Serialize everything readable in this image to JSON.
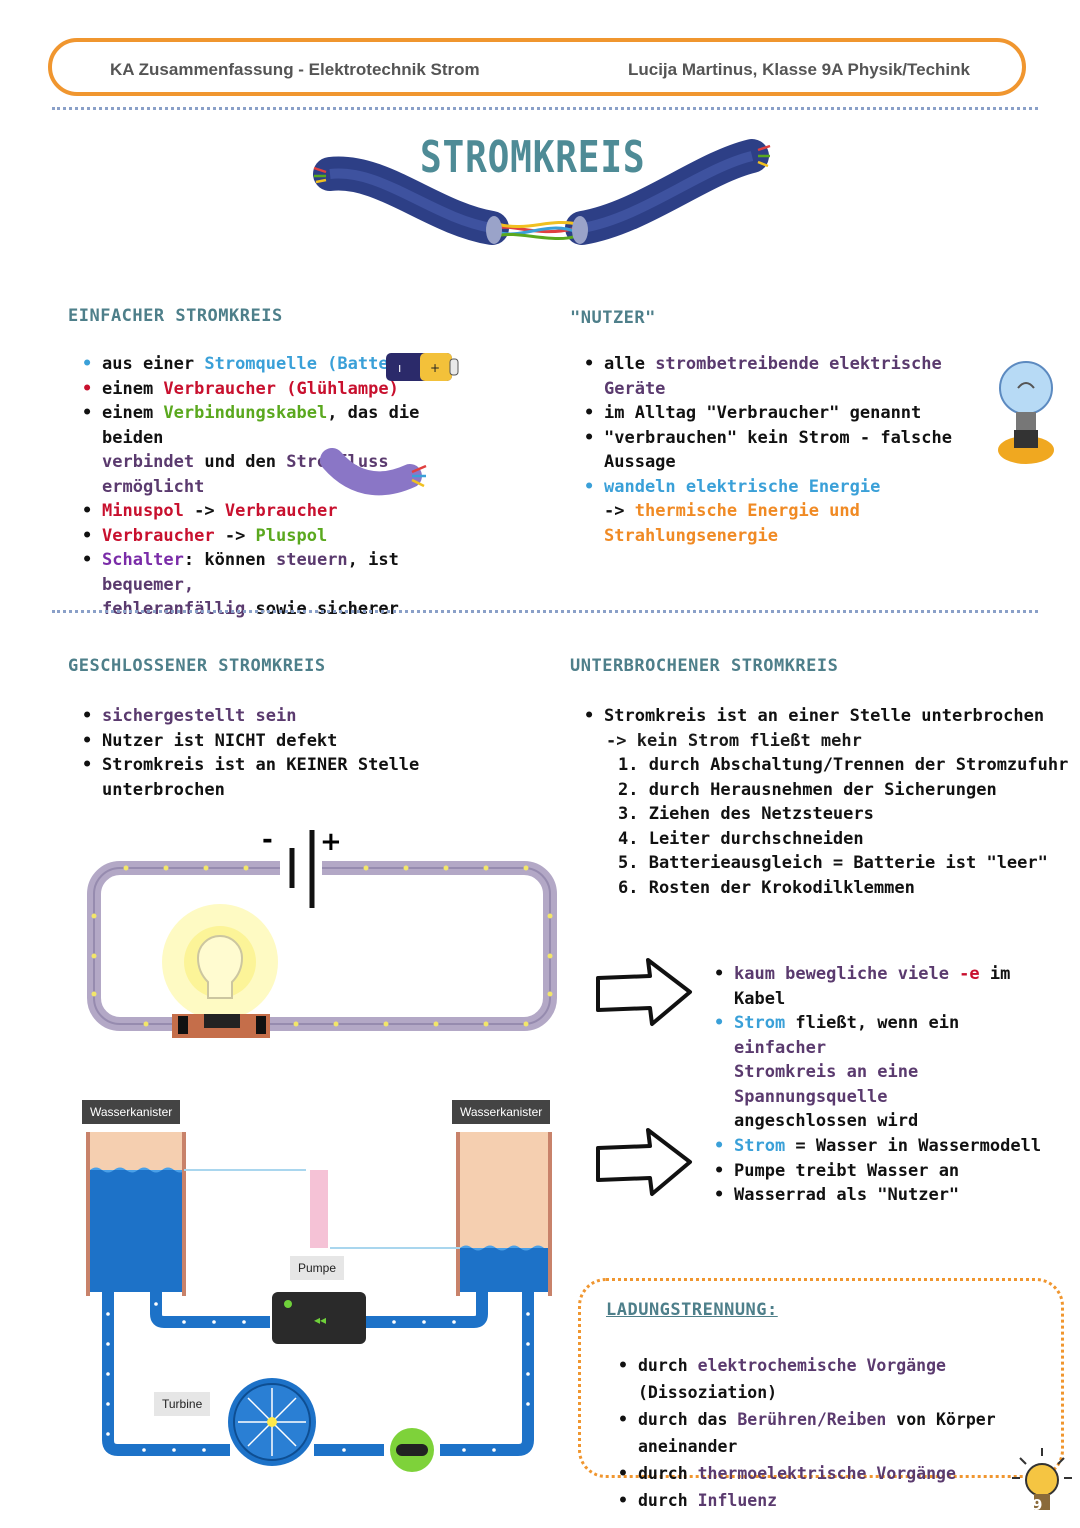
{
  "header": {
    "left": "KA Zusammenfassung - Elektrotechnik Strom",
    "right": "Lucija Martinus, Klasse 9A Physik/Techink"
  },
  "title": "STROMKREIS",
  "einfach": {
    "heading": "EINFACHER STROMKREIS",
    "items": {
      "i1": [
        "aus einer ",
        "Stromquelle (Batterie)"
      ],
      "i2": [
        "einem ",
        "Verbraucher (Glühlampe)"
      ],
      "i3": [
        "einem ",
        "Verbindungskabel",
        ", das die beiden",
        "verbindet",
        " und den ",
        "Stromfluss ermöglicht"
      ],
      "i4": [
        "Minuspol",
        " -> ",
        "Verbraucher"
      ],
      "i5": [
        "Verbraucher",
        " -> ",
        "Pluspol"
      ],
      "i6": [
        "Schalter",
        ": können ",
        "steuern",
        ", ist ",
        "bequemer,",
        "fehleranfällig",
        " sowie sicherer"
      ]
    }
  },
  "nutzer": {
    "heading": "\"NUTZER\"",
    "items": {
      "i1": [
        "alle ",
        "strombetreibende elektrische Geräte"
      ],
      "i2": [
        "im Alltag \"Verbraucher\" genannt"
      ],
      "i3": [
        "\"verbrauchen\" kein Strom - falsche Aussage"
      ],
      "i4": [
        "wandeln elektrische Energie"
      ],
      "i4b": [
        "-> ",
        "thermische Energie und Strahlungsenergie"
      ]
    }
  },
  "geschlossen": {
    "heading": "GESCHLOSSENER STROMKREIS",
    "items": [
      "sichergestellt sein",
      "Nutzer ist NICHT defekt",
      "Stromkreis ist an KEINER Stelle unterbrochen"
    ]
  },
  "unterbrochen": {
    "heading": "UNTERBROCHENER STROMKREIS",
    "intro": "Stromkreis ist an einer Stelle unterbrochen",
    "intro2": "-> kein Strom fließt mehr",
    "steps": [
      "1. durch Abschaltung/Trennen der Stromzufuhr",
      "2. durch Herausnehmen der Sicherungen",
      "3. Ziehen des Netzsteuers",
      "4. Leiter durchschneiden",
      "5. Batterieausgleich = Batterie ist \"leer\"",
      "6. Rosten der Krokodilklemmen"
    ]
  },
  "note1": {
    "items": {
      "i1": [
        "kaum bewegliche viele ",
        "-e",
        " im Kabel"
      ],
      "i2": [
        "Strom",
        " fließt, wenn ein ",
        "einfacher",
        "Stromkreis an eine Spannungsquelle",
        "angeschlossen wird"
      ]
    }
  },
  "note2": {
    "items": {
      "i1": [
        "Strom",
        " = Wasser in Wassermodell"
      ],
      "i2": [
        "Pumpe treibt Wasser an"
      ],
      "i3": [
        "Wasserrad als \"Nutzer\""
      ]
    }
  },
  "water": {
    "tank_left": "Wasserkanister",
    "tank_right": "Wasserkanister",
    "pump": "Pumpe",
    "turbine": "Turbine"
  },
  "ladung": {
    "heading": "LADUNGSTRENNUNG:",
    "items": {
      "i1": [
        "durch ",
        "elektrochemische Vorgänge",
        " (Dissoziation)"
      ],
      "i2": [
        "durch das ",
        "Berühren/Reiben",
        " von Körper aneinander"
      ],
      "i3": [
        "durch ",
        "thermoelektrische Vorgänge"
      ],
      "i4": [
        "durch ",
        "Influenz"
      ]
    }
  },
  "battery_symbol": {
    "minus": "-",
    "plus": "+"
  },
  "page_number": "9",
  "colors": {
    "accent": "#f0962f",
    "heading": "#4e8b96",
    "blue": "#3aa0d8",
    "red": "#c8102e",
    "green": "#5aa81e",
    "purple": "#5a3a6e"
  }
}
